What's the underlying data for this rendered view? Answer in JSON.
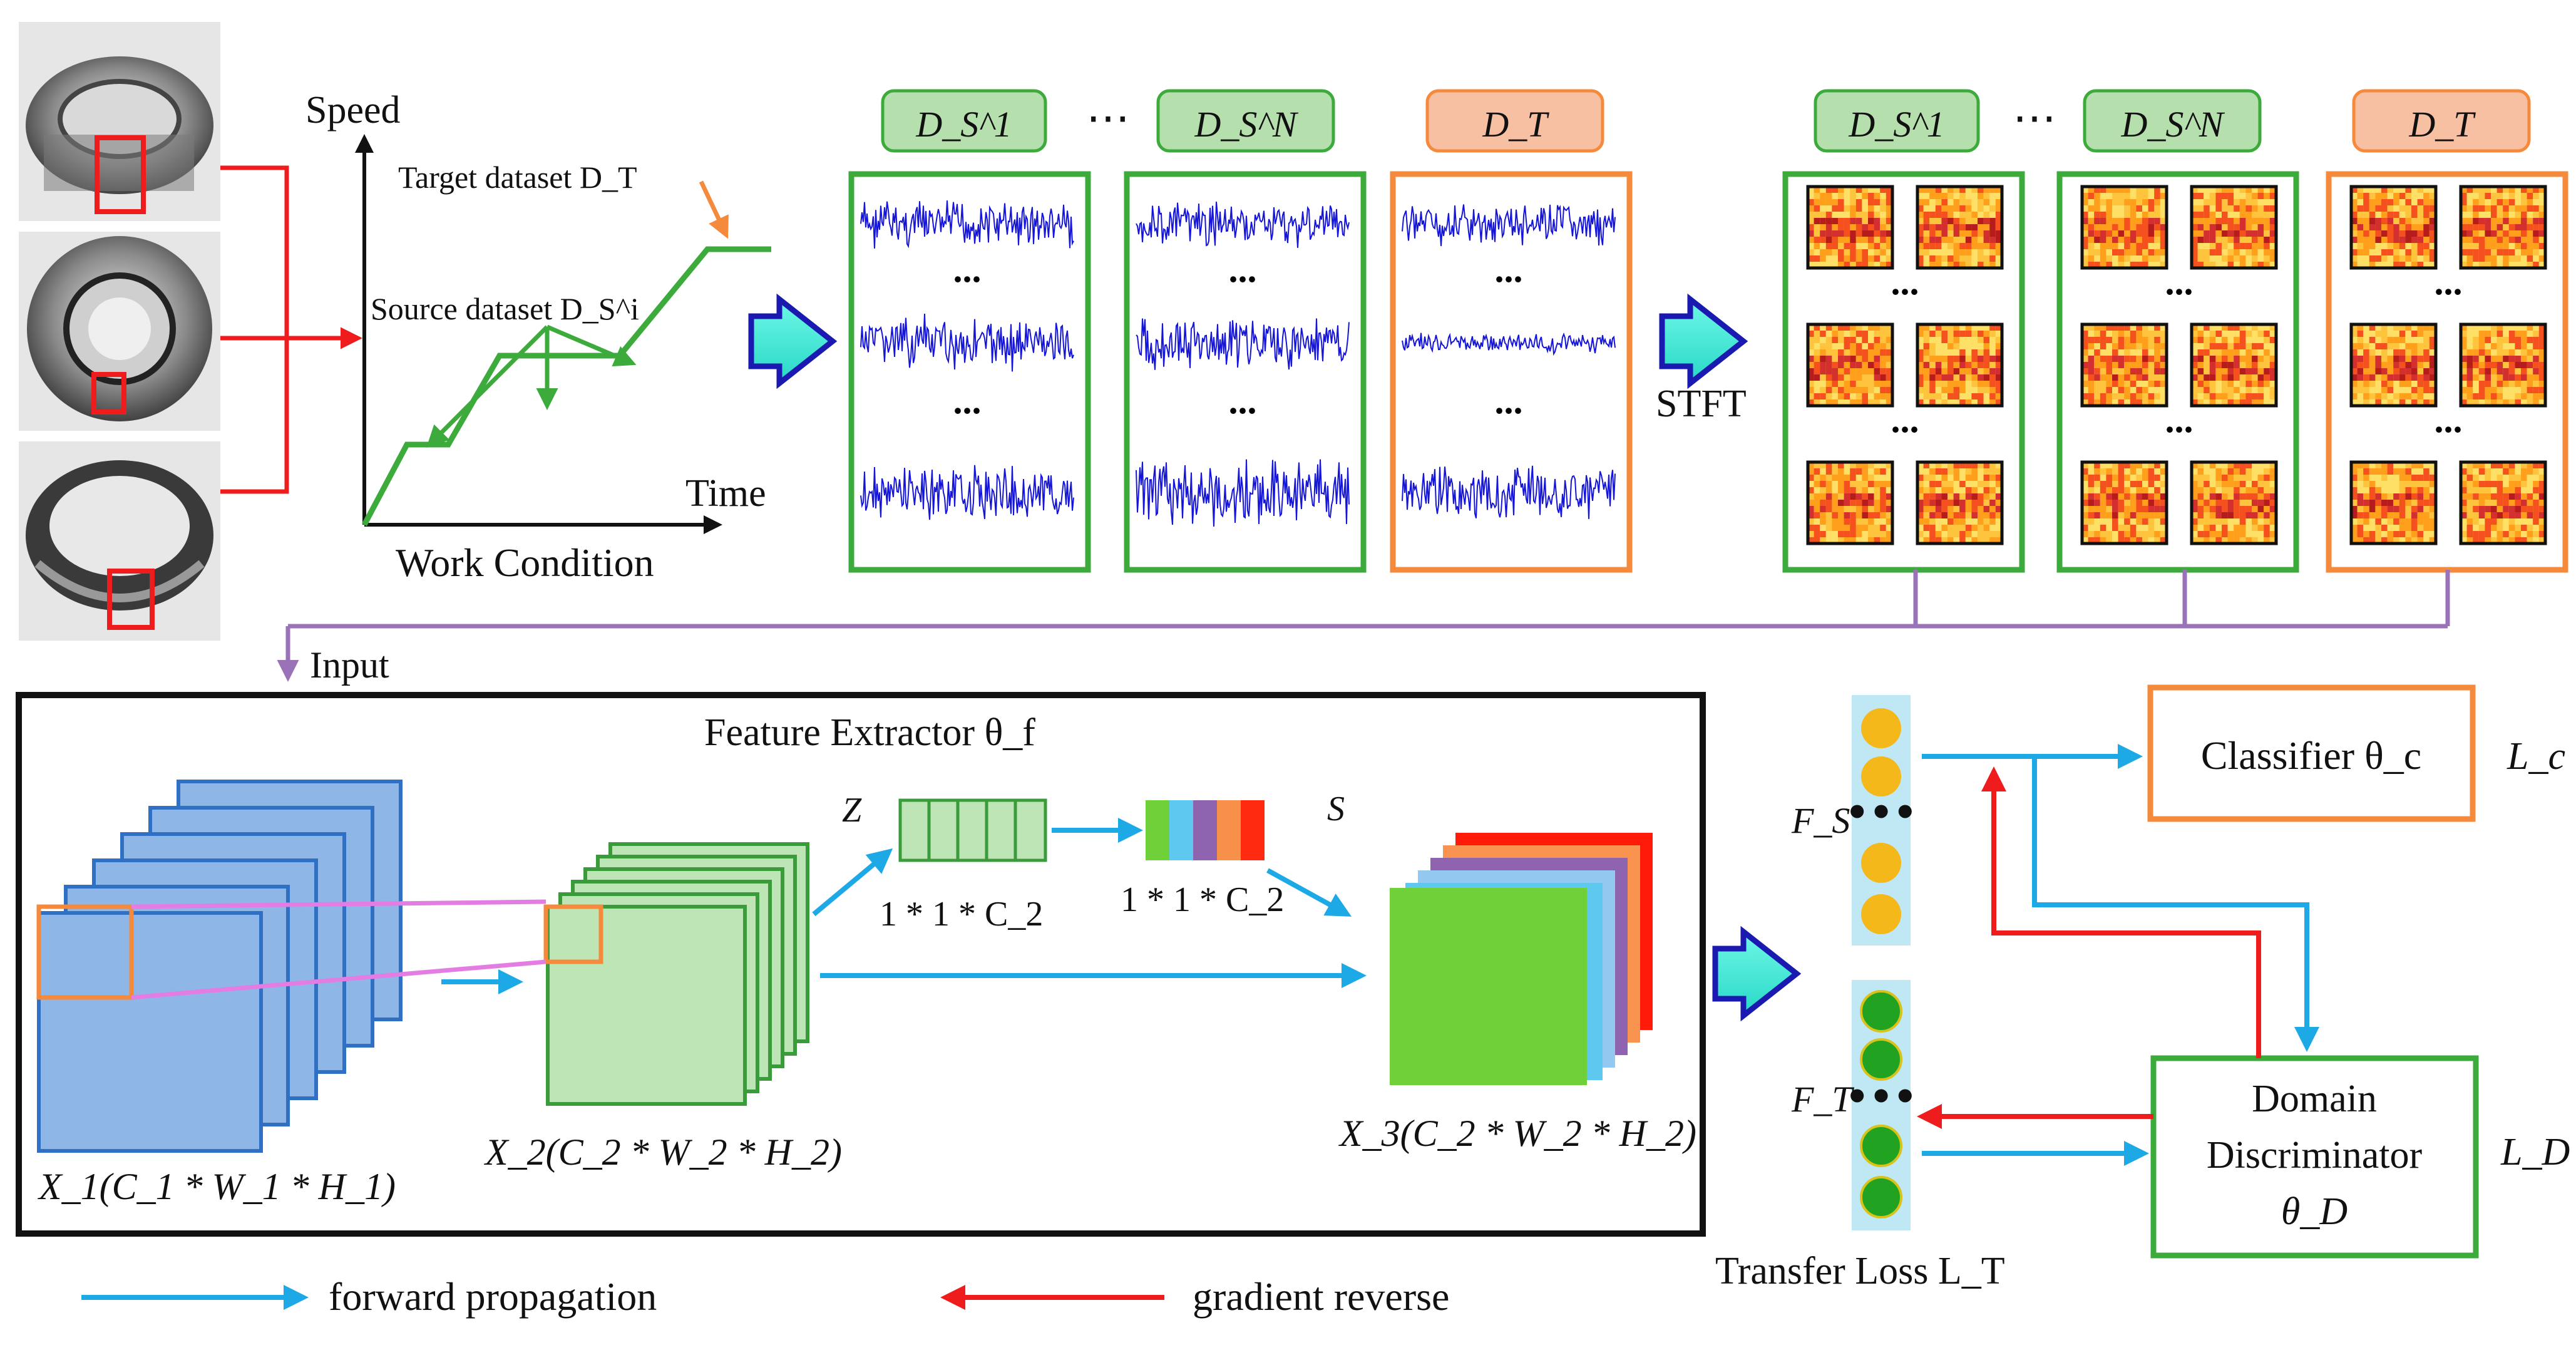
{
  "colors": {
    "green": "#3cab3c",
    "orange": "#f58a3c",
    "red": "#ee1c1c",
    "blue_arrow": "#1da9e6",
    "purple": "#9a72b8",
    "signal_blue": "#1515d8",
    "box_green_fill": "#b6dfae",
    "box_orange_fill": "#f8c0a2",
    "cube_blue": "#8eb6e6",
    "cube_green": "#bde5b6",
    "vector_fill": "#bfe8f4",
    "ball_yellow": "#f4b81a",
    "ball_green": "#21a321"
  },
  "header": {
    "ds1_label": "D_S^1",
    "dsn_label": "D_S^N",
    "dt_label": "D_T",
    "ellipsis": "⋯"
  },
  "speed_chart": {
    "y_label": "Speed",
    "x_label": "Time",
    "caption": "Work Condition",
    "target_label": "Target dataset D_T",
    "source_label": "Source dataset D_S^i"
  },
  "stft_label": "STFT",
  "input_label": "Input",
  "feature_extractor": {
    "title": "Feature Extractor θ_f",
    "x1": "X_1(C_1 * W_1 * H_1)",
    "x2": "X_2(C_2 * W_2 * H_2)",
    "x3": "X_3(C_2 * W_2 * H_2)",
    "z": "Z",
    "s": "S",
    "z_dim": "1 * 1 * C_2",
    "s_dim": "1 * 1 * C_2"
  },
  "right_panel": {
    "fs": "F_S",
    "ft": "F_T",
    "classifier": "Classifier θ_c",
    "lc": "L_c",
    "domain_line1": "Domain",
    "domain_line2": "Discriminator",
    "theta_d": "θ_D",
    "ld": "L_D",
    "transfer_loss": "Transfer Loss L_T"
  },
  "legend": {
    "forward": "forward propagation",
    "reverse": "gradient reverse"
  }
}
